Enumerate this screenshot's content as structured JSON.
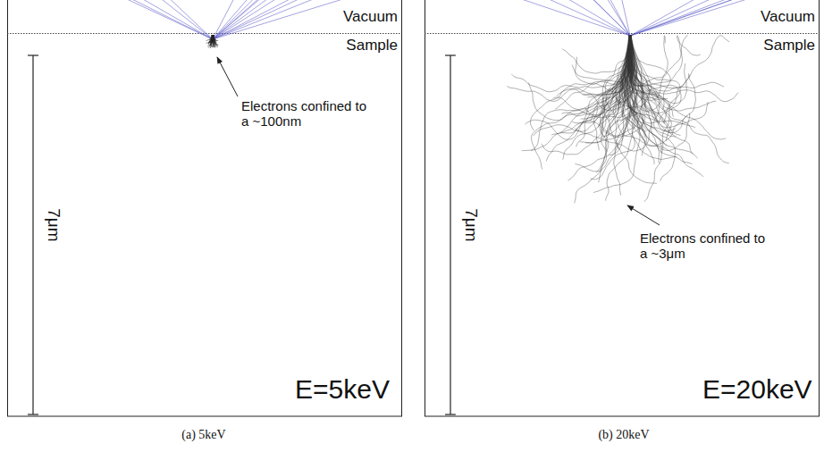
{
  "diagram": {
    "labels": [
      "Vacuum",
      "Sample",
      "Electrons confined to a ~100nm",
      "7μm",
      "E=5keV",
      "(a) 5keV",
      "Vacuum",
      "Sample",
      "Electrons confined to a ~3μm",
      "7μm",
      "E=20keV",
      "(b) 20keV"
    ]
  }
}
